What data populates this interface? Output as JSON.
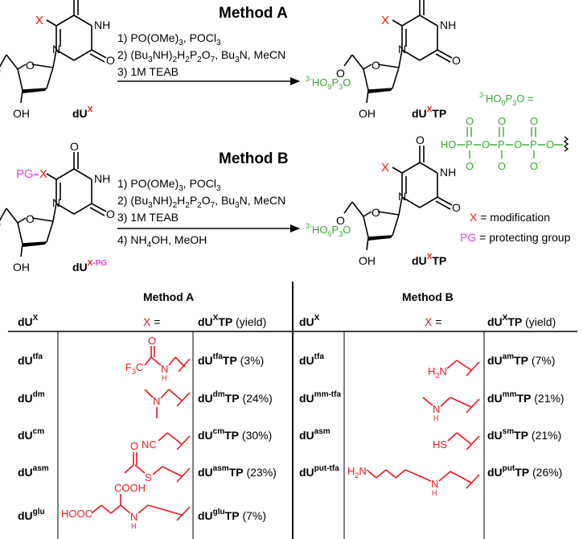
{
  "methodA": {
    "title": "Method A",
    "steps": [
      "1) PO(OMe)3, POCl3",
      "2) (Bu3NH)2H2P2O7, Bu3N, MeCN",
      "3) 1M TEAB"
    ],
    "reactant_label": "dUX",
    "product_label": "dUXTP"
  },
  "methodB": {
    "title": "Method B",
    "steps": [
      "1) PO(OMe)3, POCl3",
      "2) (Bu3NH)2H2P2O7, Bu3N, MeCN",
      "3) 1M TEAB",
      "4) NH4OH, MeOH"
    ],
    "reactant_label": "dUX-PG",
    "product_label": "dUXTP"
  },
  "structure_text": {
    "X": "X",
    "PG_X": "PG",
    "HO": "HO",
    "OH": "OH",
    "O": "O",
    "NH": "NH",
    "N": "N",
    "triphosphate_prefix": "3-HO9P3O",
    "eq": "=",
    "HO_P": "HO",
    "P": "P",
    "O_minus": "O-"
  },
  "legend": {
    "x_def": "X = modification",
    "pg_def": "PG = protecting group"
  },
  "table": {
    "methodA_header": "Method A",
    "methodB_header": "Method B",
    "col_dUX": "dUX",
    "col_X": "X =",
    "col_TP": "dUXTP (yield)",
    "rowsA": [
      {
        "name_base": "dU",
        "name_sup": "tfa",
        "tp_base": "dU",
        "tp_sup": "tfa",
        "tp_yield": "TP (3%)",
        "fragment": "trifluoroacetamidomethyl"
      },
      {
        "name_base": "dU",
        "name_sup": "dm",
        "tp_base": "dU",
        "tp_sup": "dm",
        "tp_yield": "TP (24%)",
        "fragment": "dimethylaminomethyl"
      },
      {
        "name_base": "dU",
        "name_sup": "cm",
        "tp_base": "dU",
        "tp_sup": "cm",
        "tp_yield": "TP (30%)",
        "fragment": "cyanomethyl"
      },
      {
        "name_base": "dU",
        "name_sup": "asm",
        "tp_base": "dU",
        "tp_sup": "asm",
        "tp_yield": "TP (23%)",
        "fragment": "acetylthiomethyl"
      },
      {
        "name_base": "dU",
        "name_sup": "glu",
        "tp_base": "dU",
        "tp_sup": "glu",
        "tp_yield": "TP (7%)",
        "fragment": "glutamate-aminomethyl"
      }
    ],
    "rowsB": [
      {
        "name_base": "dU",
        "name_sup": "tfa",
        "tp_base": "dU",
        "tp_sup": "am",
        "tp_yield": "TP (7%)",
        "fragment": "aminomethyl"
      },
      {
        "name_base": "dU",
        "name_sup": "mm-tfa",
        "tp_base": "dU",
        "tp_sup": "mm",
        "tp_yield": "TP (21%)",
        "fragment": "methylaminomethyl"
      },
      {
        "name_base": "dU",
        "name_sup": "asm",
        "tp_base": "dU",
        "tp_sup": "sm",
        "tp_yield": "TP (21%)",
        "fragment": "sulfanylmethyl"
      },
      {
        "name_base": "dU",
        "name_sup": "put-tfa",
        "tp_base": "dU",
        "tp_sup": "put",
        "tp_yield": "TP (26%)",
        "fragment": "putrescinylmethyl"
      }
    ],
    "frag_text": {
      "F3C": "F3C",
      "O": "O",
      "N": "N",
      "NH": "N",
      "H": "H",
      "NC": "NC",
      "S": "S",
      "COOH": "COOH",
      "HOOC": "HOOC",
      "H2N": "H2N",
      "HS": "HS"
    }
  }
}
